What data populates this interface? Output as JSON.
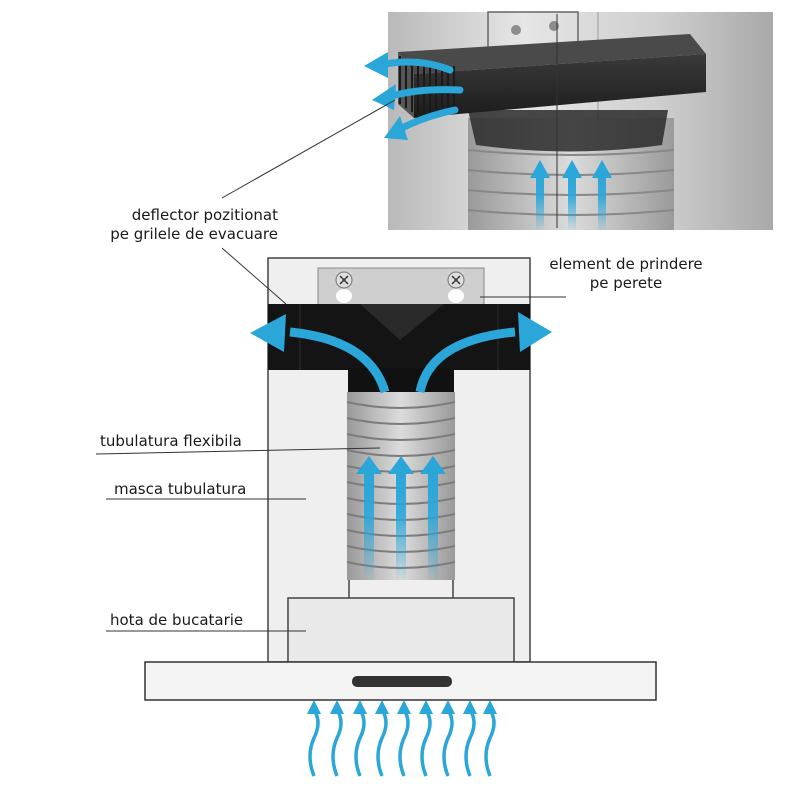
{
  "labels": {
    "deflector": {
      "line1": "deflector pozitionat",
      "line2": "pe grilele de evacuare"
    },
    "mounting": {
      "line1": "element de prindere",
      "line2": "pe perete"
    },
    "flex_duct": "tubulatura flexibila",
    "duct_cover": "masca tubulatura",
    "hood": "hota de bucatarie"
  },
  "colors": {
    "airflow": "#2aa6d9",
    "duct_dark": "#141414",
    "hood_body": "#eeeeee",
    "outline": "#444444"
  }
}
